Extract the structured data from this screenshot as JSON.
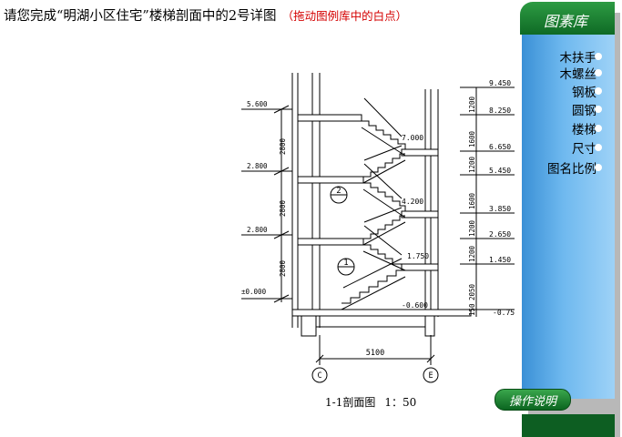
{
  "title": {
    "main": "请您完成“明湖小区住宅”楼梯剖面中的2号详图",
    "hint": "（拖动图例库中的白点）"
  },
  "palette": {
    "heading": "图素库",
    "items": [
      "木扶手",
      "木螺丝",
      "钢板",
      "圆钢",
      "楼梯",
      "尺寸",
      "图名比例"
    ],
    "help_label": "操作说明"
  },
  "drawing": {
    "left_levels": [
      "5.600",
      "2.800",
      "2.800",
      "±0.000"
    ],
    "left_dims": [
      "2800",
      "2800",
      "2800"
    ],
    "right_levels": [
      "9.450",
      "8.250",
      "6.650",
      "5.450",
      "3.850",
      "2.650",
      "1.450",
      "-0.750"
    ],
    "right_dims": [
      "1200",
      "1600",
      "1200",
      "1600",
      "1200",
      "1200",
      "2050",
      "150"
    ],
    "landing_levels": [
      "7.000",
      "4.200",
      "1.750",
      "-0.600"
    ],
    "detail_markers": [
      "2",
      "1"
    ],
    "bottom_dim": "5100",
    "axes": [
      "C",
      "E"
    ]
  },
  "subtitle": {
    "name": "1-1剖面图",
    "scale": "1：50"
  }
}
